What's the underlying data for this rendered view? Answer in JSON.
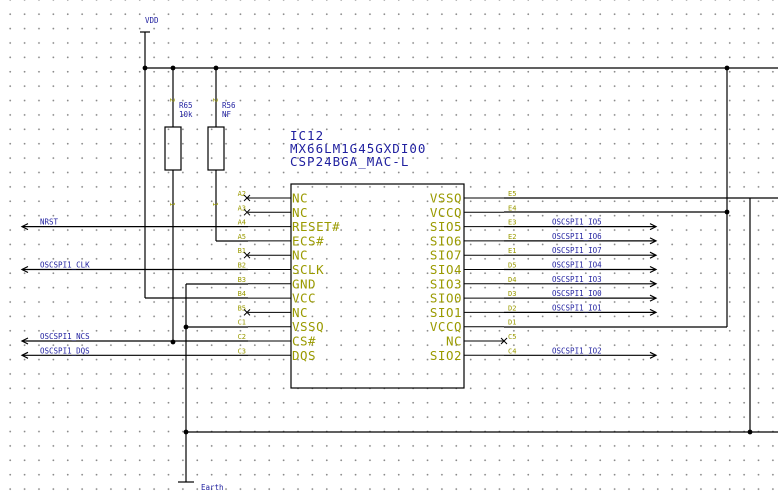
{
  "component": {
    "refdes": "IC12",
    "part_number": "MX66LM1G45GXDI00",
    "package": "CSP24BGA_MAC-L",
    "left_pins": [
      {
        "num": "A2",
        "name": "NC",
        "net": "",
        "nc": true
      },
      {
        "num": "A3",
        "name": "NC",
        "net": "",
        "nc": true
      },
      {
        "num": "A4",
        "name": "RESET#",
        "net": "NRST",
        "nc": false
      },
      {
        "num": "A5",
        "name": "ECS#",
        "net": "",
        "nc": false
      },
      {
        "num": "B1",
        "name": "NC",
        "net": "",
        "nc": true
      },
      {
        "num": "B2",
        "name": "SCLK",
        "net": "OSCSPI1_CLK",
        "nc": false
      },
      {
        "num": "B3",
        "name": "GND",
        "net": "",
        "nc": false
      },
      {
        "num": "B4",
        "name": "VCC",
        "net": "",
        "nc": false
      },
      {
        "num": "B5",
        "name": "NC",
        "net": "",
        "nc": true
      },
      {
        "num": "C1",
        "name": "VSSQ",
        "net": "",
        "nc": false
      },
      {
        "num": "C2",
        "name": "CS#",
        "net": "OSCSPI1_NCS",
        "nc": false
      },
      {
        "num": "C3",
        "name": "DQS",
        "net": "OSCSPI1_DQS",
        "nc": false
      }
    ],
    "right_pins": [
      {
        "num": "E5",
        "name": "VSSQ",
        "net": "",
        "nc": false
      },
      {
        "num": "E4",
        "name": "VCCQ",
        "net": "",
        "nc": false
      },
      {
        "num": "E3",
        "name": "SIO5",
        "net": "OSCSPI1_IO5",
        "nc": false
      },
      {
        "num": "E2",
        "name": "SIO6",
        "net": "OSCSPI1_IO6",
        "nc": false
      },
      {
        "num": "E1",
        "name": "SIO7",
        "net": "OSCSPI1_IO7",
        "nc": false
      },
      {
        "num": "D5",
        "name": "SIO4",
        "net": "OSCSPI1_IO4",
        "nc": false
      },
      {
        "num": "D4",
        "name": "SIO3",
        "net": "OSCSPI1_IO3",
        "nc": false
      },
      {
        "num": "D3",
        "name": "SIO0",
        "net": "OSCSPI1_IO0",
        "nc": false
      },
      {
        "num": "D2",
        "name": "SIO1",
        "net": "OSCSPI1_IO1",
        "nc": false
      },
      {
        "num": "D1",
        "name": "VCCQ",
        "net": "",
        "nc": false
      },
      {
        "num": "C5",
        "name": "NC",
        "net": "",
        "nc": true
      },
      {
        "num": "C4",
        "name": "SIO2",
        "net": "OSCSPI1_IO2",
        "nc": false
      }
    ]
  },
  "resistors": [
    {
      "refdes": "R65",
      "value": "10k",
      "pin_top": "2",
      "pin_bottom": "1"
    },
    {
      "refdes": "R56",
      "value": "NF",
      "pin_top": "2",
      "pin_bottom": "1"
    }
  ],
  "power": {
    "vdd_label": "VDD",
    "ground_label": "Earth"
  },
  "colors": {
    "wire": "#000000",
    "pin_text": "#9a9a00",
    "label_text": "#1f1f9f",
    "grid_dot": "#8a8a8a"
  }
}
